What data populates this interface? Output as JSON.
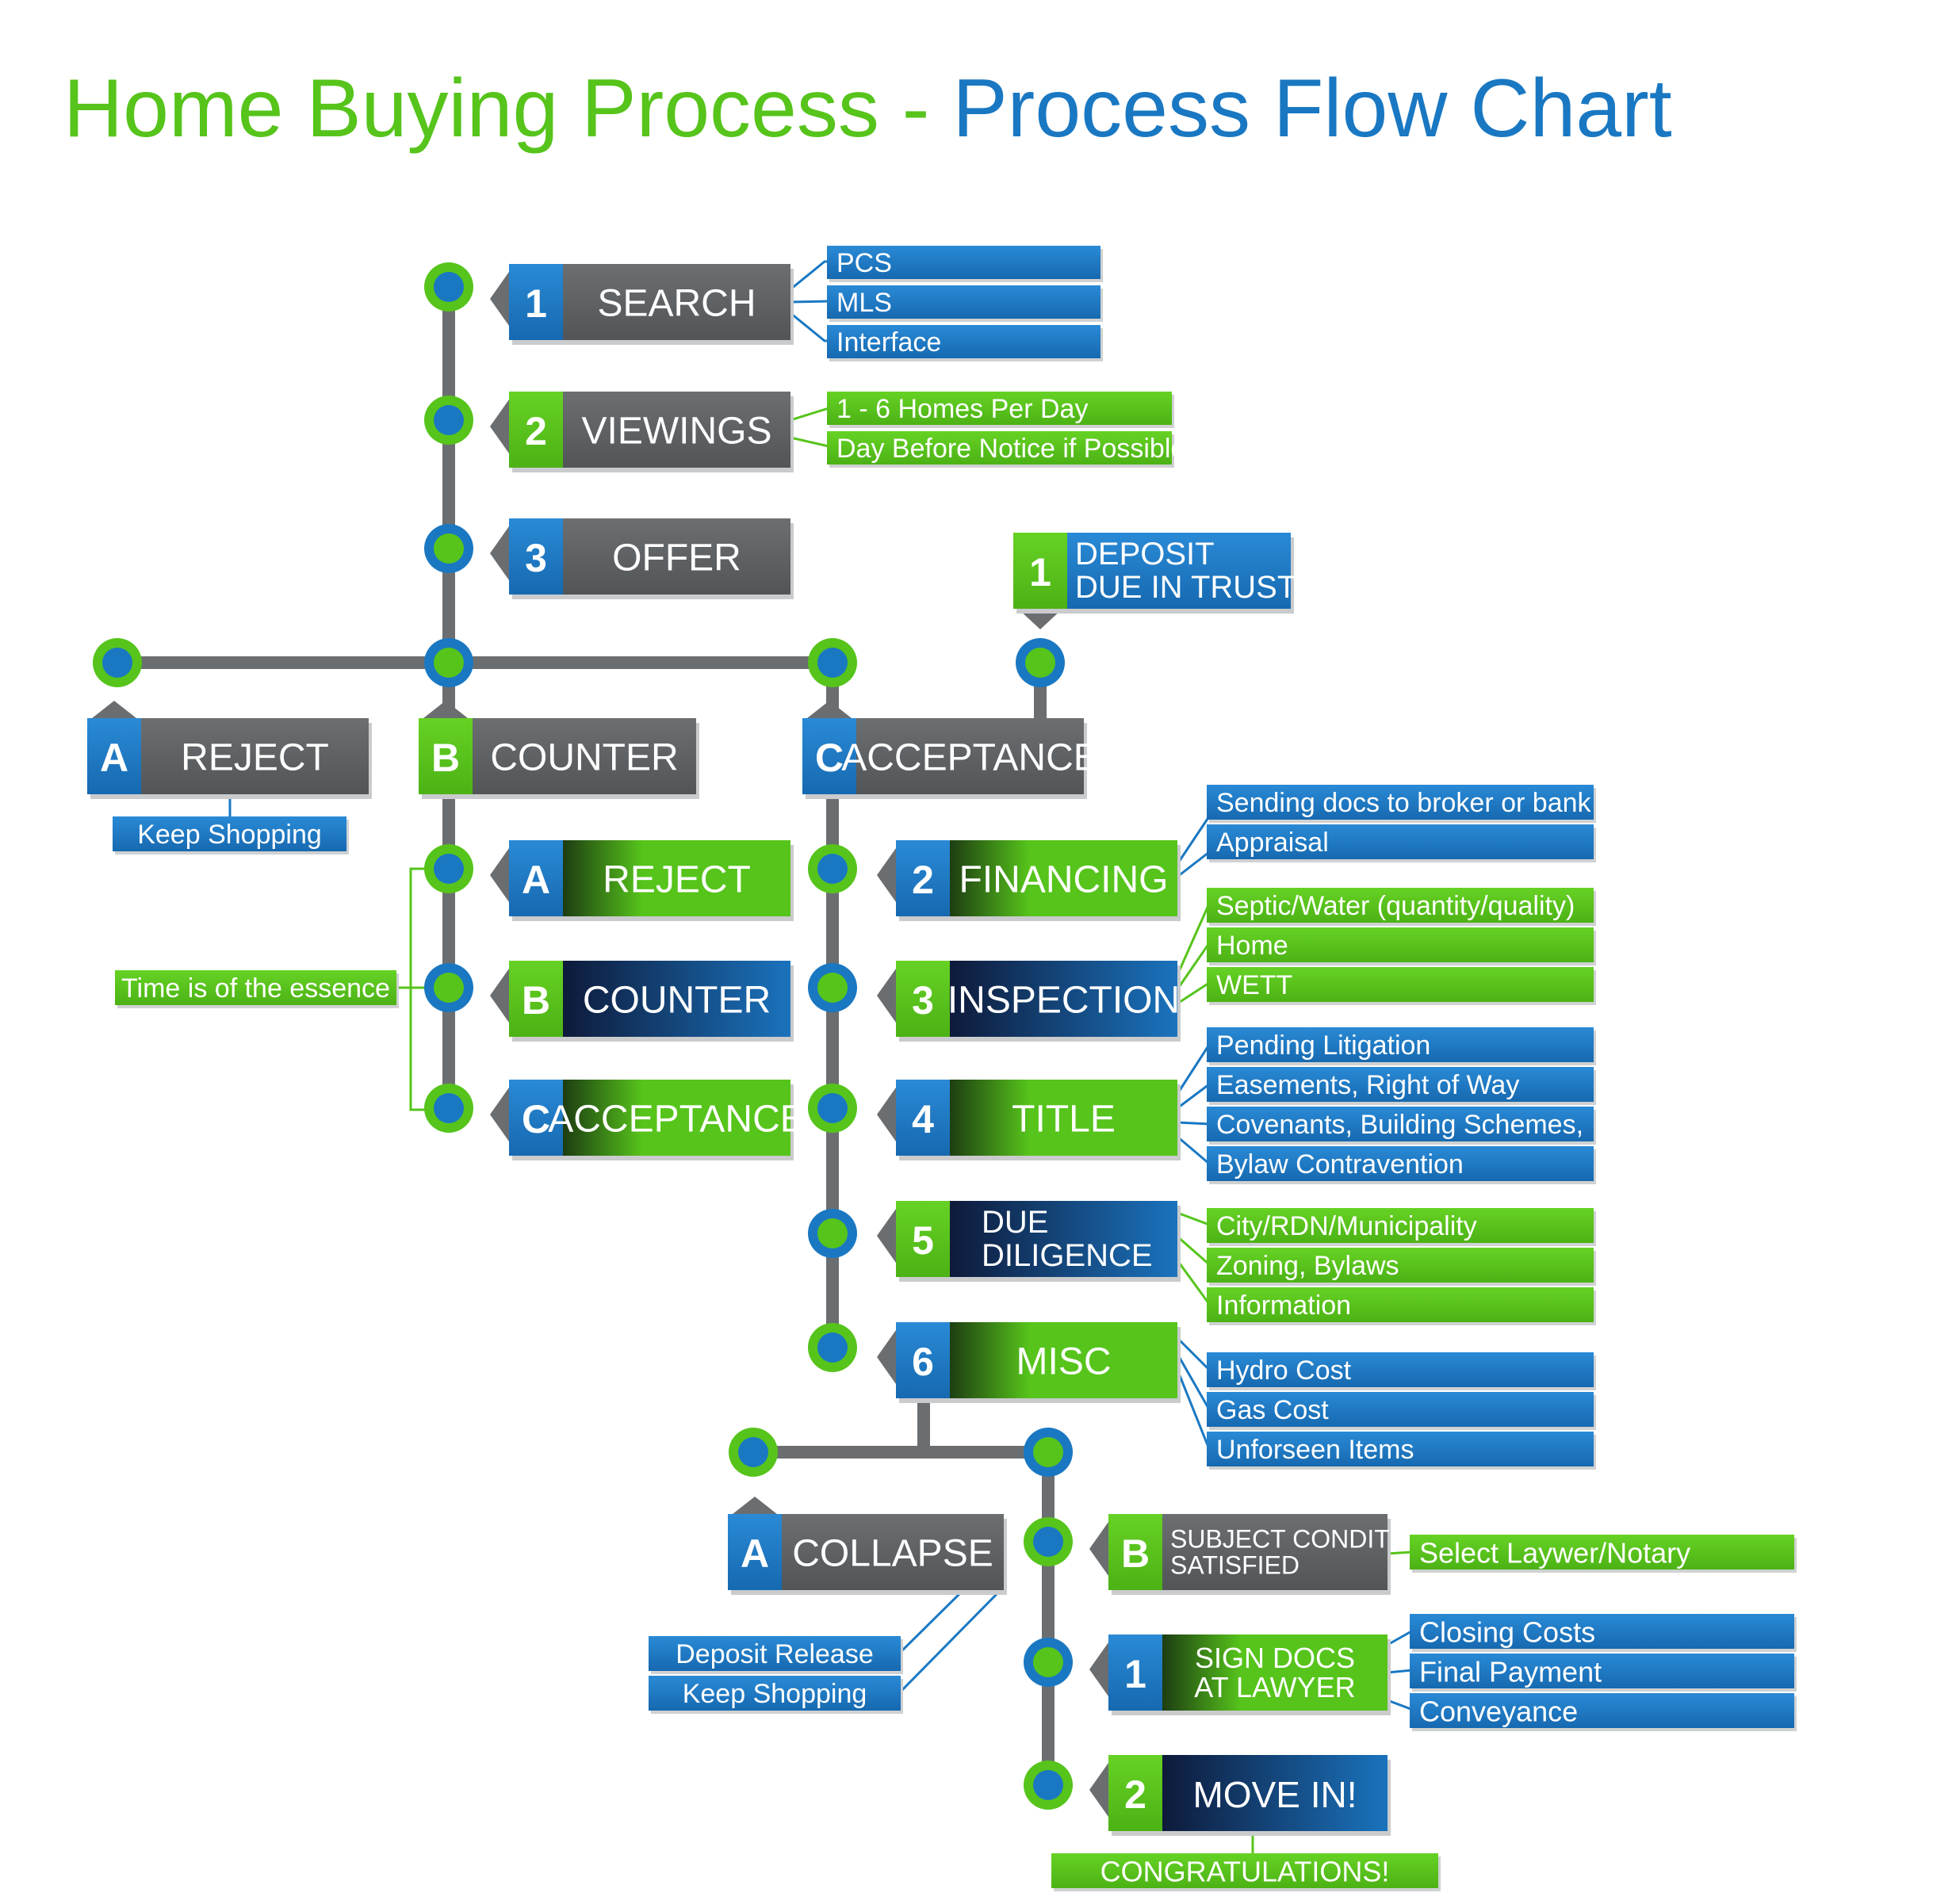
{
  "title": {
    "part1": "Home Buying Process - ",
    "part2": "Process Flow Chart"
  },
  "colors": {
    "green": "#56c41b",
    "blue": "#1a78c2",
    "gray": "#5d6062",
    "navy": "#16244a",
    "line": "#6b6e70"
  },
  "steps": {
    "search": {
      "num": "1",
      "label": "SEARCH",
      "notes": [
        "PCS",
        "MLS",
        "Interface"
      ]
    },
    "viewings": {
      "num": "2",
      "label": "VIEWINGS",
      "notes": [
        "1 - 6 Homes Per Day",
        "Day Before Notice if Possible"
      ]
    },
    "offer": {
      "num": "3",
      "label": "OFFER"
    },
    "reject": {
      "num": "A",
      "label": "REJECT",
      "note": "Keep Shopping"
    },
    "counter": {
      "num": "B",
      "label": "COUNTER"
    },
    "acceptance": {
      "num": "C",
      "label": "ACCEPTANCE"
    },
    "deposit": {
      "num": "1",
      "label1": "DEPOSIT",
      "label2": "DUE IN TRUST"
    },
    "counter_reject": {
      "num": "A",
      "label": "REJECT"
    },
    "counter_counter": {
      "num": "B",
      "label": "COUNTER"
    },
    "counter_acceptance": {
      "num": "C",
      "label": "ACCEPTANCE"
    },
    "time_note": "Time is of the essence",
    "financing": {
      "num": "2",
      "label": "FINANCING",
      "notes": [
        "Sending docs to broker or bank",
        "Appraisal"
      ]
    },
    "inspection": {
      "num": "3",
      "label": "INSPECTION",
      "notes": [
        "Septic/Water (quantity/quality)",
        "Home",
        "WETT"
      ]
    },
    "title_step": {
      "num": "4",
      "label": "TITLE",
      "notes": [
        "Pending Litigation",
        "Easements, Right of Way",
        "Covenants, Building Schemes,",
        "Bylaw Contravention"
      ]
    },
    "due_diligence": {
      "num": "5",
      "label1": "DUE",
      "label2": "DILIGENCE",
      "notes": [
        "City/RDN/Municipality",
        "Zoning, Bylaws",
        "Information"
      ]
    },
    "misc": {
      "num": "6",
      "label": "MISC",
      "notes": [
        "Hydro Cost",
        "Gas Cost",
        "Unforseen Items"
      ]
    },
    "collapse": {
      "num": "A",
      "label": "COLLAPSE",
      "notes": [
        "Deposit Release",
        "Keep Shopping"
      ]
    },
    "subject": {
      "num": "B",
      "label1": "SUBJECT CONDITIONS",
      "label2": "SATISFIED",
      "note": "Select Laywer/Notary"
    },
    "sign_docs": {
      "num": "1",
      "label1": "SIGN DOCS",
      "label2": "AT LAWYER",
      "notes": [
        "Closing Costs",
        "Final Payment",
        "Conveyance"
      ]
    },
    "move_in": {
      "num": "2",
      "label": "MOVE IN!",
      "note": "CONGRATULATIONS!"
    }
  }
}
